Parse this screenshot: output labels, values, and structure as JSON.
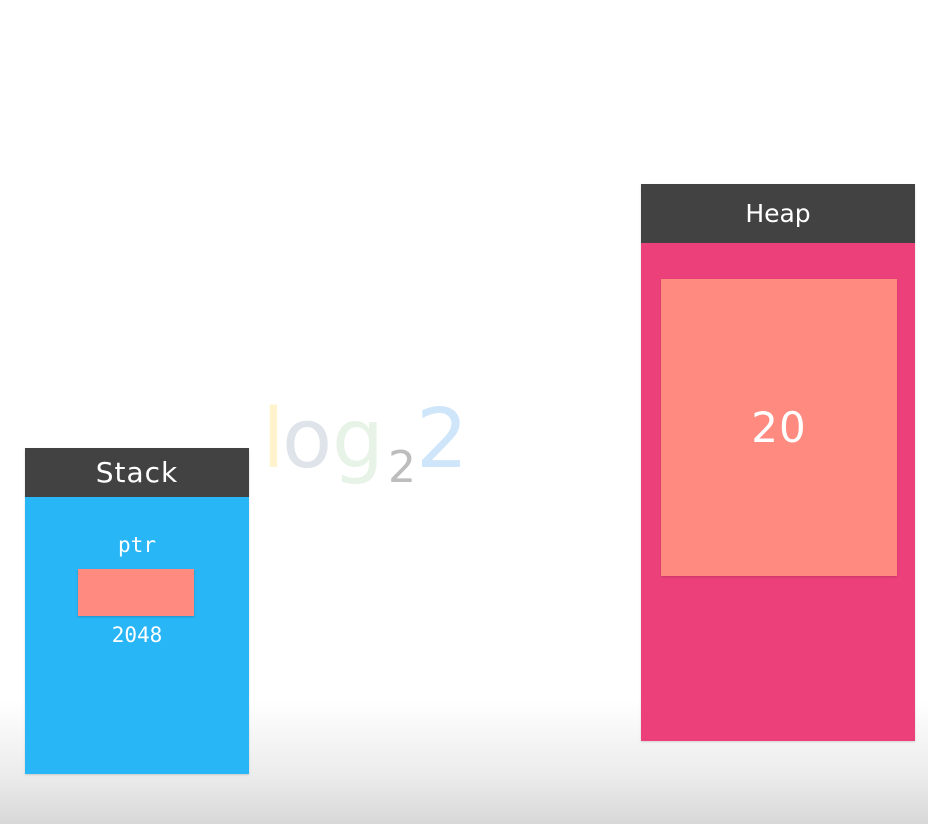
{
  "stack": {
    "title": "Stack",
    "variable": {
      "name": "ptr",
      "value": "2048"
    }
  },
  "logo": {
    "base_letters": [
      "l",
      "o",
      "g"
    ],
    "subscript": "2",
    "argument": "2"
  },
  "heap": {
    "title": "Heap",
    "block_value": "20"
  },
  "colors": {
    "header": "#424242",
    "stack_body": "#29b6f6",
    "heap_body": "#ec407a",
    "memory_cell": "#ff8a80",
    "text": "#ffffff"
  }
}
